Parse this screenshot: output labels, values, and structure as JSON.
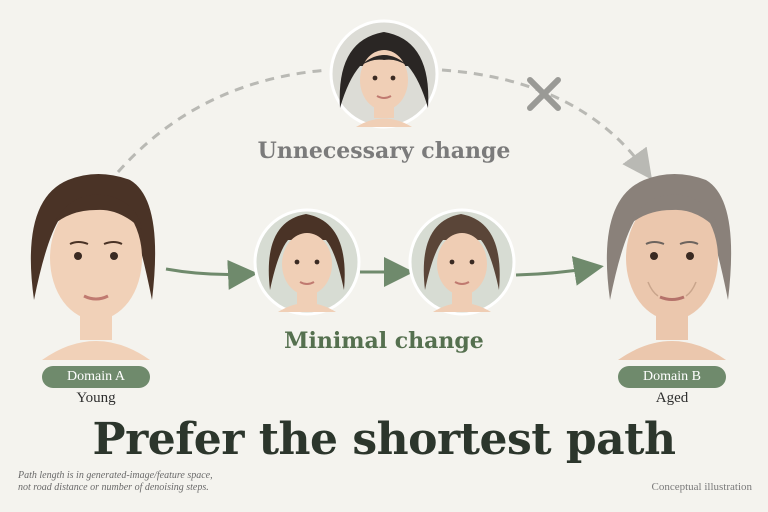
{
  "labels": {
    "unnecessary": "Unnecessary change",
    "minimal": "Minimal change",
    "headline": "Prefer the shortest path"
  },
  "domain_a": {
    "badge": "Domain A",
    "subtitle": "Young"
  },
  "domain_b": {
    "badge": "Domain B",
    "subtitle": "Aged"
  },
  "footnote": {
    "line1": "Path length is in generated-image/feature space,",
    "line2": "not road distance or number of denoising steps."
  },
  "caption": "Conceptual illustration",
  "colors": {
    "background": "#f4f3ee",
    "accent_green": "#6f8a6c",
    "dashed_gray": "#b9b9b4",
    "reject_mark": "#9a9a96"
  },
  "icons": [
    "reject-x-icon",
    "arrow-right-icon"
  ]
}
